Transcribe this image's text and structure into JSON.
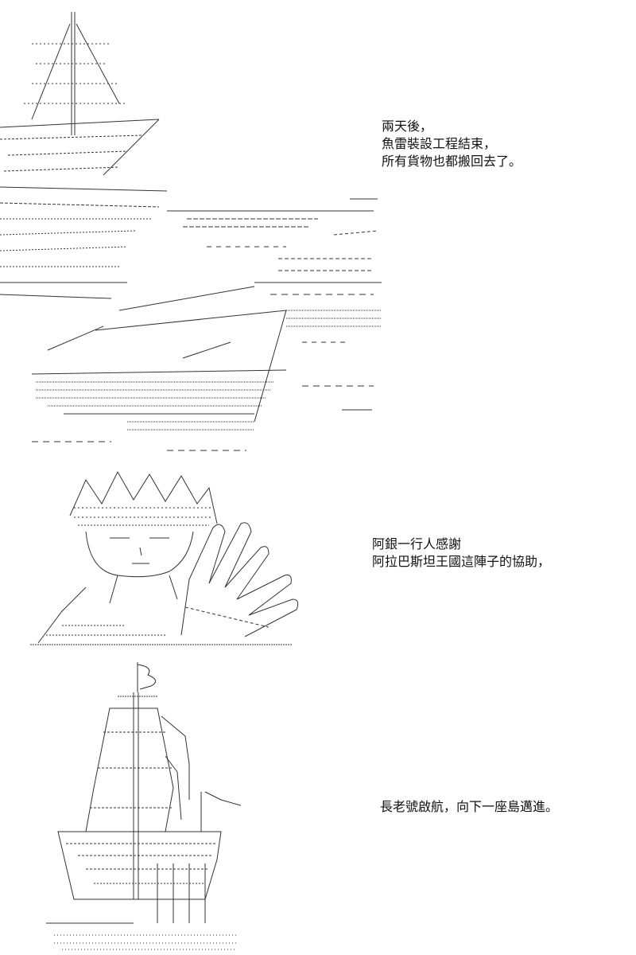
{
  "panels": [
    {
      "id": "panel-1",
      "art_icon": "ship-harbor-ascii-art",
      "caption_lines": [
        "兩天後，",
        "魚雷裝設工程結束，",
        "所有貨物也都搬回去了。"
      ]
    },
    {
      "id": "panel-2",
      "art_icon": "waving-character-ascii-art",
      "caption_lines": [
        "阿銀一行人感謝",
        "阿拉巴斯坦王國這陣子的協助，"
      ]
    },
    {
      "id": "panel-3",
      "art_icon": "sailing-ship-ascii-art",
      "caption_lines": [
        "長老號啟航，向下一座島邁進。"
      ]
    }
  ]
}
